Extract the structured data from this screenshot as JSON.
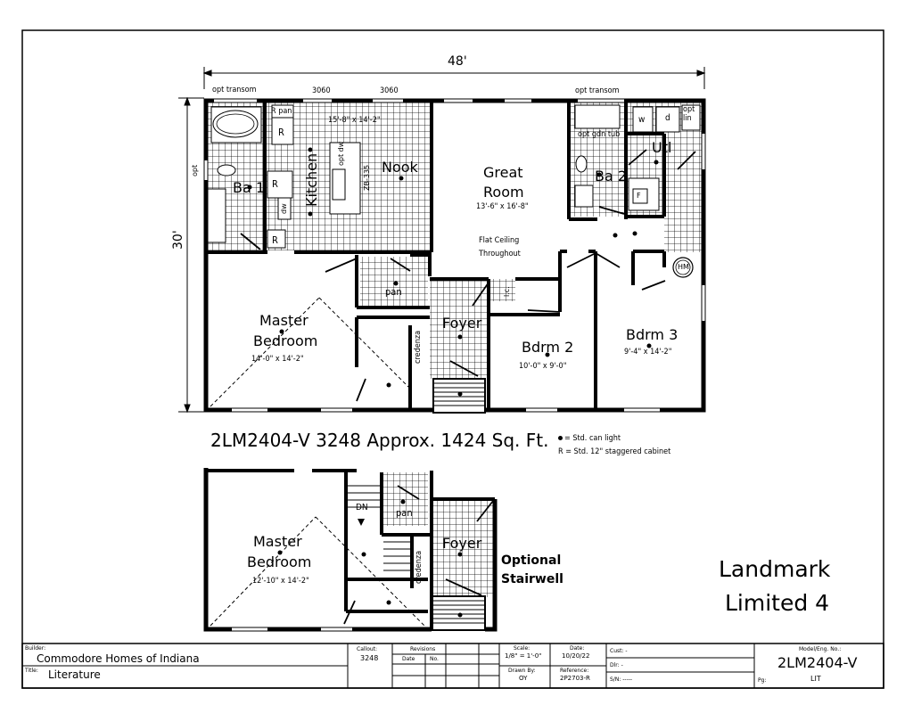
{
  "dimensions": {
    "width": "48'",
    "depth": "30'",
    "callout_3060_a": "3060",
    "callout_3060_b": "3060"
  },
  "labels": {
    "opt_transom_left": "opt transom",
    "opt_transom_right": "opt transom",
    "opt_left": "opt",
    "r_pan": "R pan",
    "r": "R",
    "kitchen": "Kitchen",
    "kitchen_dim": "15'-8\" x 14'-2\"",
    "opt_dw": "opt dw",
    "zb": "ZB-335",
    "nook": "Nook",
    "great_room": "Great",
    "great_room_2": "Room",
    "great_room_dim": "13'-6\" x 16'-8\"",
    "flat_ceiling": "Flat Ceiling",
    "flat_ceiling_2": "Throughout",
    "opt_gdn_tub": "opt gdn tub",
    "w": "w",
    "d": "d",
    "opt_lin": "opt lin",
    "utl": "Utl",
    "ba1": "Ba 1",
    "ba2": "Ba 2",
    "dw": "dw",
    "hm": "HM",
    "pan": "pan",
    "lc": "l.c.",
    "foyer": "Foyer",
    "credenza": "credenza",
    "master_bedroom": "Master",
    "master_bedroom_2": "Bedroom",
    "master_dim": "14'-0\" x 14'-2\"",
    "bdrm2": "Bdrm 2",
    "bdrm2_dim": "10'-0\" x 9'-0\"",
    "bdrm3": "Bdrm 3",
    "bdrm3_dim": "9'-4\" x 14'-2\"",
    "f": "F"
  },
  "plan_title": "2LM2404-V 3248 Approx. 1424 Sq. Ft.",
  "legend": {
    "can_light": "= Std. can light",
    "cabinet": "R = Std. 12\" staggered cabinet"
  },
  "alt_plan": {
    "master_bedroom": "Master",
    "master_bedroom_2": "Bedroom",
    "master_dim": "12'-10\" x 14'-2\"",
    "dn": "DN",
    "pan": "pan",
    "credenza": "credenza",
    "foyer": "Foyer",
    "optional": "Optional",
    "stairwell": "Stairwell"
  },
  "brand": {
    "line1": "Landmark",
    "line2": "Limited 4"
  },
  "title_block": {
    "builder_label": "Builder:",
    "builder": "Commodore Homes of Indiana",
    "title_label": "Title:",
    "title": "Literature",
    "callout_label": "Callout:",
    "callout": "3248",
    "revisions_label": "Revisions",
    "date_label": "Date",
    "no_label": "No.",
    "scale_label": "Scale:",
    "scale": "1/8\" = 1'-0\"",
    "drawn_label": "Drawn By:",
    "drawn": "OY",
    "date2_label": "Date:",
    "date2": "10/20/22",
    "ref_label": "Reference:",
    "ref": "2P2703-R",
    "cust": "Cust: -",
    "dlr": "Dlr: -",
    "sn": "S/N: -----",
    "model_label": "Model/Eng. No.:",
    "model": "2LM2404-V",
    "pg_label": "Pg:",
    "pg": "LIT"
  }
}
